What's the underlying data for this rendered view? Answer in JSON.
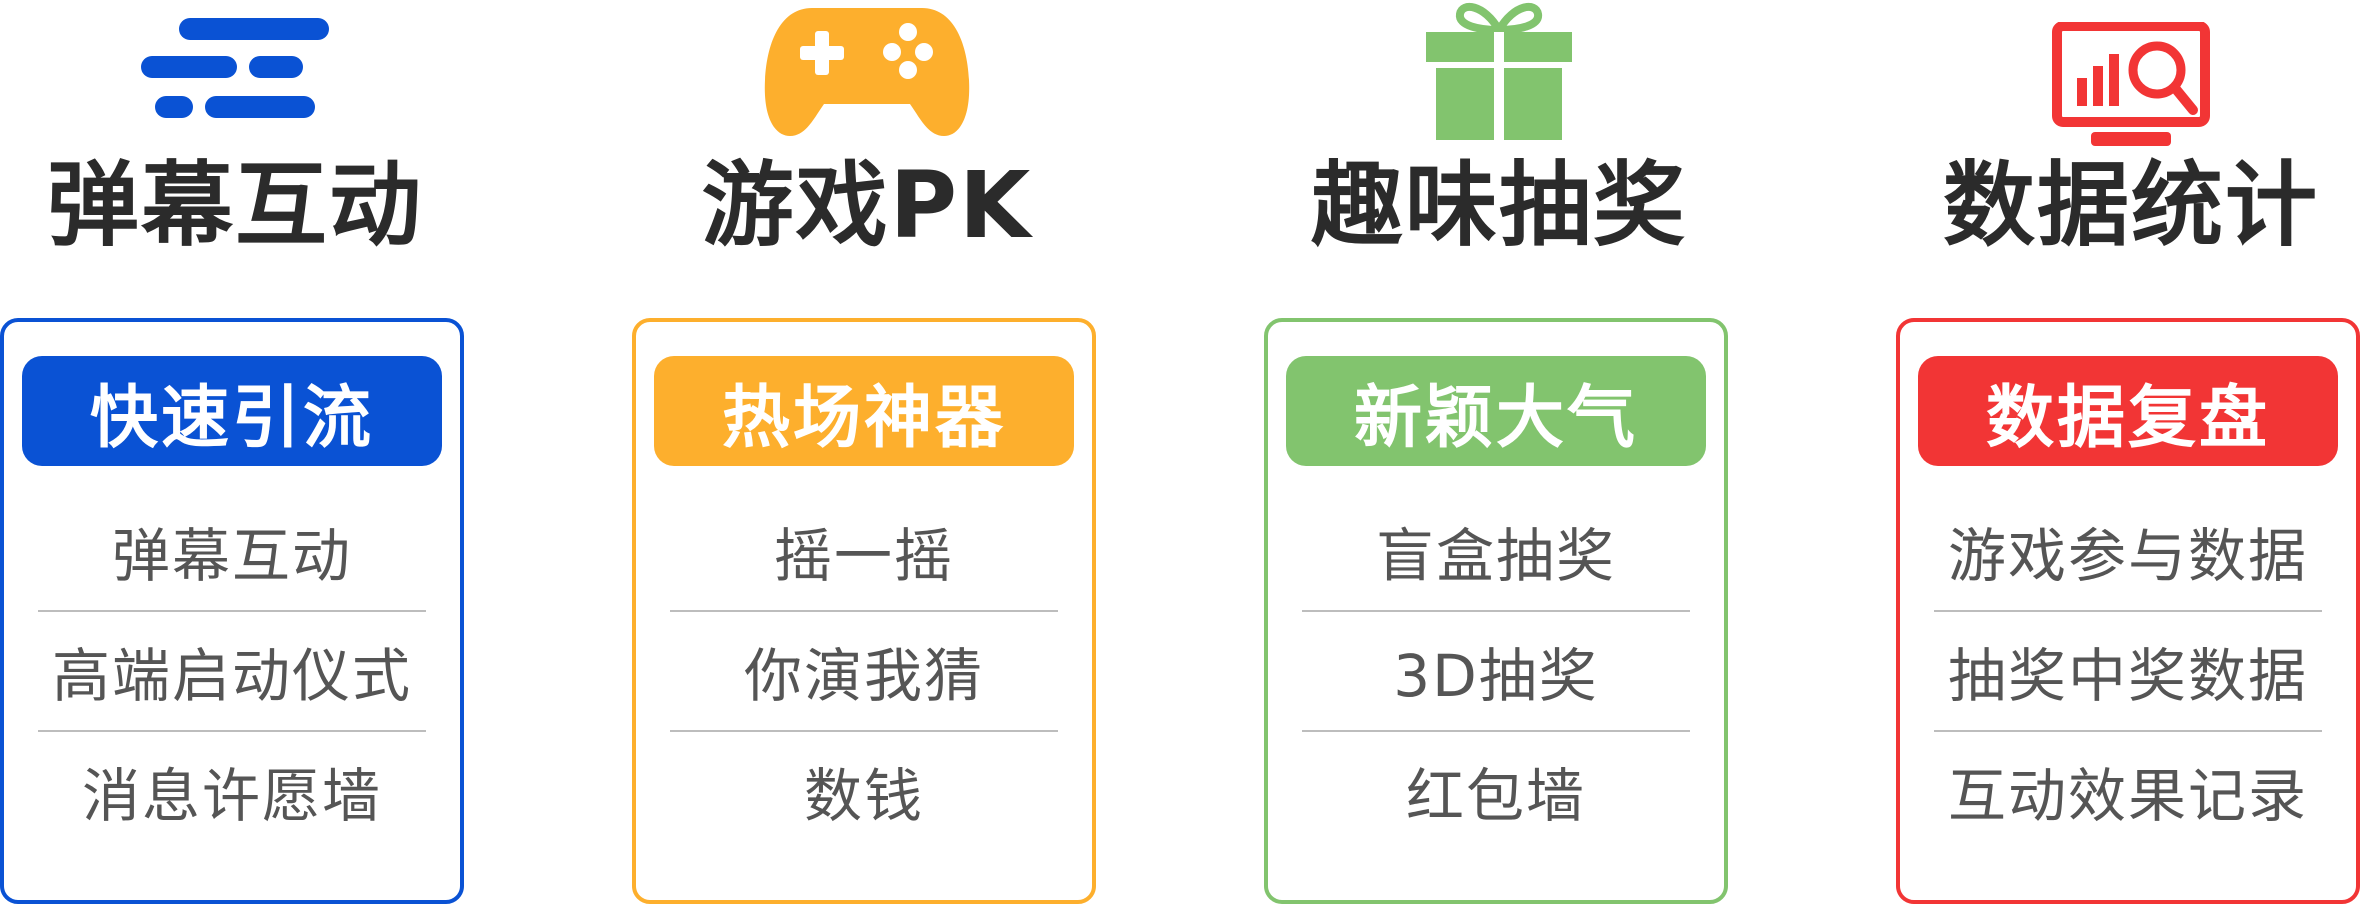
{
  "colors": {
    "blue": "#0a52d4",
    "orange": "#fdaf2d",
    "green": "#82c46e",
    "red": "#f23535"
  },
  "columns": [
    {
      "icon": "danmaku-lines-icon",
      "title": "弹幕互动",
      "badge": "快速引流",
      "items": [
        "弹幕互动",
        "高端启动仪式",
        "消息许愿墙"
      ]
    },
    {
      "icon": "gamepad-icon",
      "title": "游戏PK",
      "badge": "热场神器",
      "items": [
        "摇一摇",
        "你演我猜",
        "数钱"
      ]
    },
    {
      "icon": "gift-box-icon",
      "title": "趣味抽奖",
      "badge": "新颖大气",
      "items": [
        "盲盒抽奖",
        "3D抽奖",
        "红包墙"
      ]
    },
    {
      "icon": "monitor-chart-search-icon",
      "title": "数据统计",
      "badge": "数据复盘",
      "items": [
        "游戏参与数据",
        "抽奖中奖数据",
        "互动效果记录"
      ]
    }
  ]
}
